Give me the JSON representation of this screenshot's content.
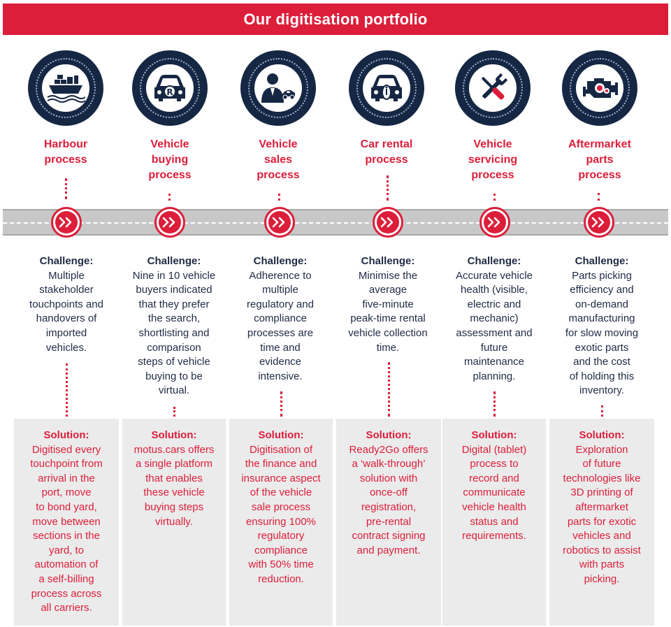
{
  "header": {
    "title": "Our digitisation portfolio"
  },
  "labels": {
    "challenge": "Challenge:",
    "solution": "Solution:"
  },
  "colors": {
    "accent": "#dc1e3a",
    "navy": "#162744",
    "road": "#c8c8c8",
    "box": "#ebebeb"
  },
  "processes": [
    {
      "title": "Harbour\nprocess",
      "icon": "cargo-ship-icon",
      "challenge": "Multiple\nstakeholder\ntouchpoints and\nhandovers of\nimported\nvehicles.",
      "solution": "Digitised every\ntouchpoint from\narrival in the\nport, move\nto bond yard,\nmove between\nsections in the\nyard, to\nautomation of\na self-billing\nprocess across\nall carriers."
    },
    {
      "title": "Vehicle\nbuying\nprocess",
      "icon": "car-registered-icon",
      "challenge": "Nine in 10 vehicle\nbuyers indicated\nthat they prefer\nthe search,\nshortlisting and\ncomparison\nsteps of vehicle\nbuying to be\nvirtual.",
      "solution": "motus.cars offers\na single platform\nthat enables\nthese vehicle\nbuying steps\nvirtually."
    },
    {
      "title": "Vehicle\nsales\nprocess",
      "icon": "salesperson-icon",
      "challenge": "Adherence to\nmultiple\nregulatory and\ncompliance\nprocesses are\ntime and\nevidence\nintensive.",
      "solution": "Digitisation of\nthe finance and\ninsurance aspect\nof the vehicle\nsale process\nensuring 100%\nregulatory\ncompliance\nwith 50% time\nreduction."
    },
    {
      "title": "Car rental\nprocess",
      "icon": "car-key-icon",
      "challenge": "Minimise the\naverage\nfive-minute\npeak-time rental\nvehicle collection\ntime.",
      "solution": "Ready2Go offers\na ‘walk-through’\nsolution with\nonce-off\nregistration,\npre-rental\ncontract signing\nand payment."
    },
    {
      "title": "Vehicle\nservicing\nprocess",
      "icon": "wrench-screwdriver-icon",
      "challenge": "Accurate vehicle\nhealth (visible,\nelectric and\nmechanic)\nassessment and\nfuture\nmaintenance\nplanning.",
      "solution": "Digital (tablet)\nprocess to\nrecord and\ncommunicate\nvehicle health\nstatus and\nrequirements."
    },
    {
      "title": "Aftermarket\nparts\nprocess",
      "icon": "engine-icon",
      "challenge": "Parts picking\nefficiency and\non-demand\nmanufacturing\nfor slow moving\nexotic parts\nand the cost\nof holding this\ninventory.",
      "solution": "Exploration\nof future\ntechnologies like\n3D printing of\naftermarket\nparts for exotic\nvehicles and\nrobotics to assist\nwith parts\npicking."
    }
  ]
}
